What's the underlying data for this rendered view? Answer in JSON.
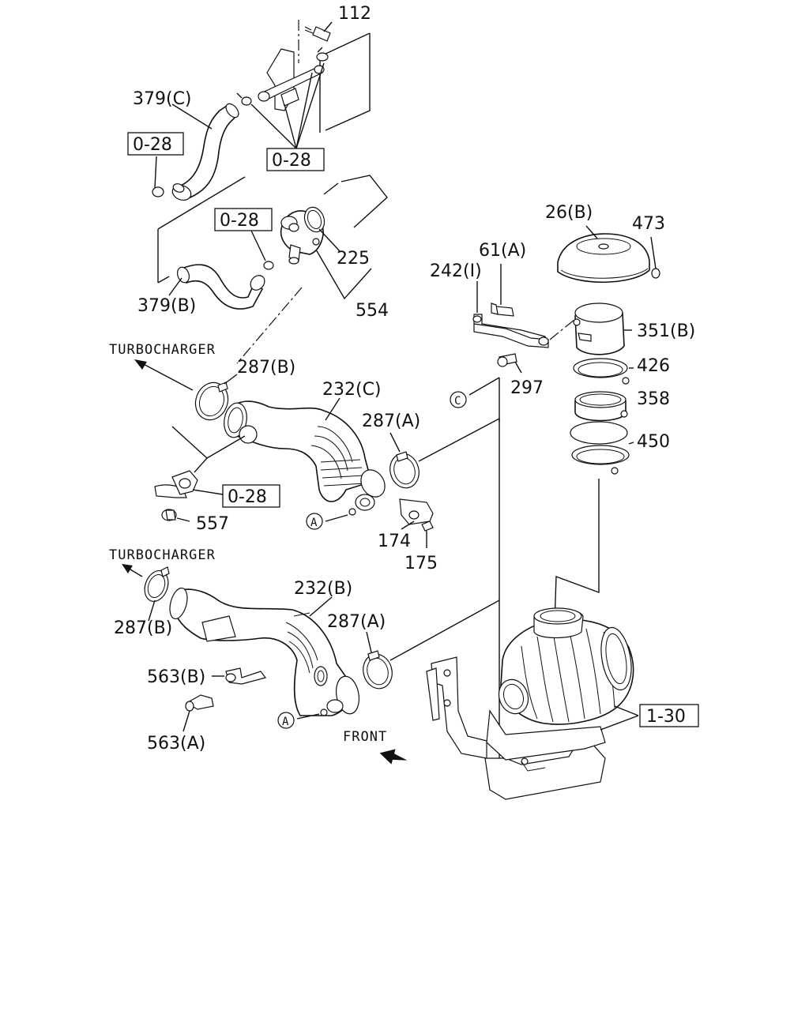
{
  "labels": {
    "p112": "112",
    "p379c": "379(C)",
    "p028_a": "0-28",
    "p028_b": "0-28",
    "p028_c": "0-28",
    "p028_d": "0-28",
    "p225": "225",
    "p554": "554",
    "p379b": "379(B)",
    "p26b": "26(B)",
    "p473": "473",
    "p61a": "61(A)",
    "p242i": "242(I)",
    "p351b": "351(B)",
    "p297": "297",
    "p426": "426",
    "p358": "358",
    "p450": "450",
    "turbo1": "TURBOCHARGER",
    "turbo2": "TURBOCHARGER",
    "p287b_1": "287(B)",
    "p287b_2": "287(B)",
    "p232c": "232(C)",
    "p232b": "232(B)",
    "p287a_1": "287(A)",
    "p287a_2": "287(A)",
    "p557": "557",
    "p174": "174",
    "p175": "175",
    "p563b": "563(B)",
    "p563a": "563(A)",
    "p130": "1-30",
    "front": "FRONT",
    "circA1": "A",
    "circA2": "A",
    "circC": "C"
  }
}
